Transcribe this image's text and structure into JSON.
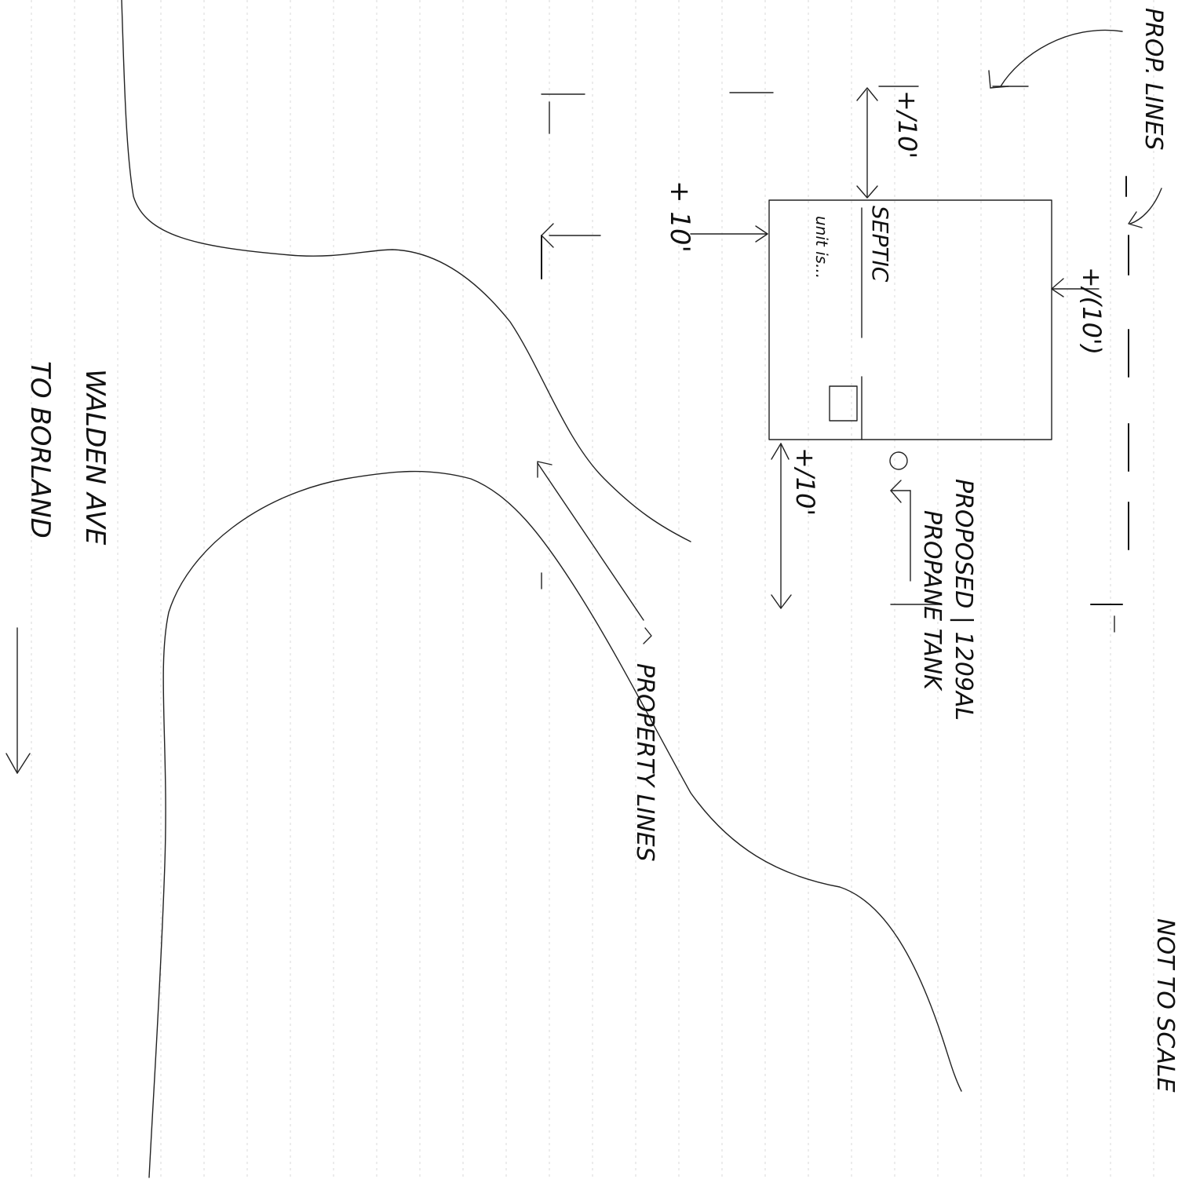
{
  "labels": {
    "prop_lines_top": "PROP. LINES",
    "dim_10_top_right": "+/10'",
    "dim_10_right": "+/(10')",
    "septic": "SEPTIC",
    "distance_note": "unit is... ",
    "dim_10_left": "+ 10'",
    "dim_10_bottom": "+/10'",
    "proposed_1": "PROPOSED | 1209AL",
    "proposed_2": "PROPANE TANK",
    "property_lines": "PROPERTY LINES",
    "road_1": "WALDEN AVE",
    "road_2": "TO BORLAND",
    "scale_note": "NOT TO SCALE"
  }
}
